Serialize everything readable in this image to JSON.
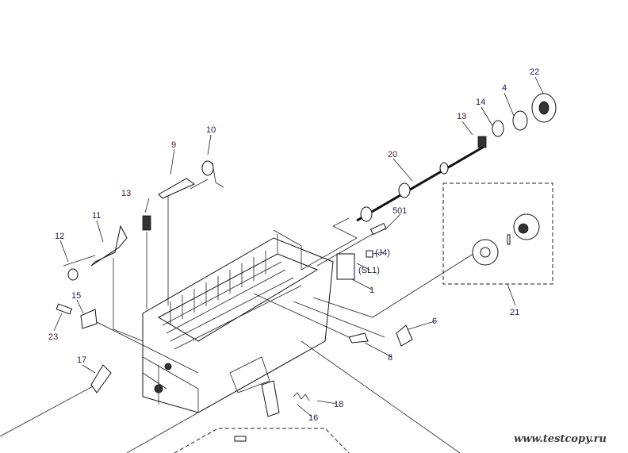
{
  "diagram": {
    "labels": {
      "p22": "22",
      "p4": "4",
      "p14": "14",
      "p13a": "13",
      "p10": "10",
      "p9": "9",
      "p20": "20",
      "p13b": "13",
      "p11": "11",
      "p501": "501",
      "p12": "12",
      "j4": "(J4)",
      "sl1": "(SL1)",
      "p1": "1",
      "p15": "15",
      "p23": "23",
      "p21": "21",
      "p6": "6",
      "p8": "8",
      "p17": "17",
      "p18": "18",
      "p16": "16"
    },
    "watermark": "www.testcopy.ru"
  }
}
